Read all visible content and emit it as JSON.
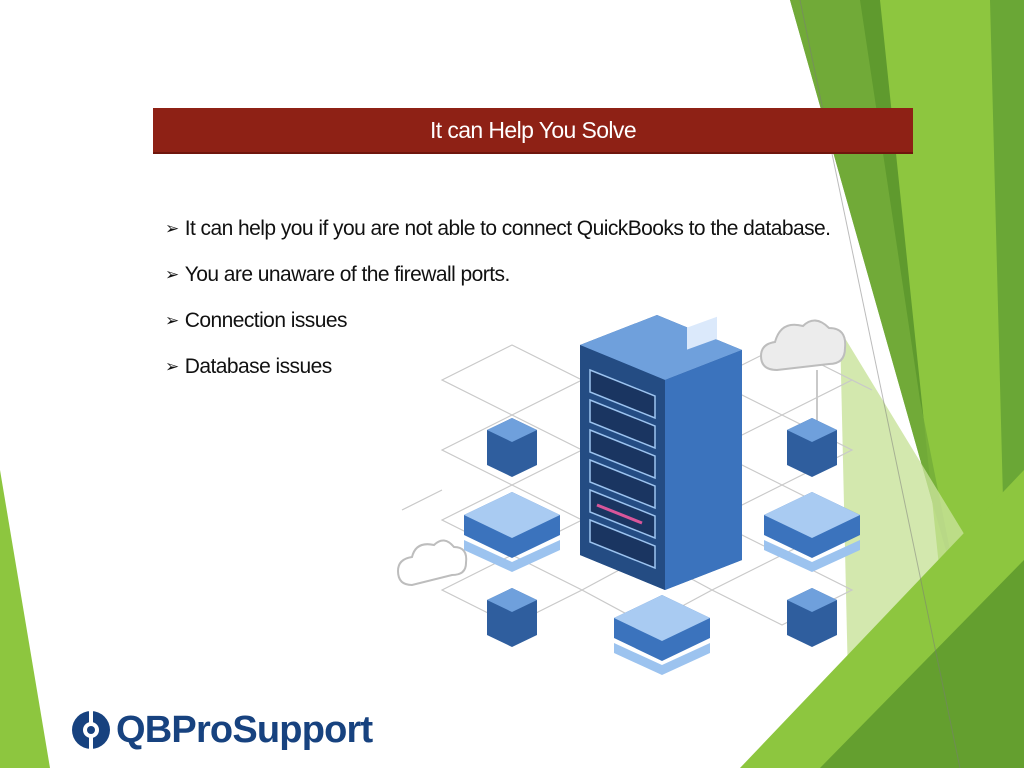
{
  "slide": {
    "title": "It can Help You Solve",
    "bullets": [
      "It can help you if you are not able to connect QuickBooks to the database.",
      "You are unaware of the firewall ports.",
      "Connection issues",
      "Database issues"
    ],
    "bullet_icon": "arrow-bullet-icon"
  },
  "logo": {
    "text": "QBProSupport",
    "icon": "qb-logo-icon"
  },
  "illustration": {
    "icon": "server-network-illustration"
  },
  "colors": {
    "title_bar": "#8e2115",
    "title_text": "#ffffff",
    "green_dark": "#5f9a2e",
    "green_light": "#8dc63f",
    "green_pale": "#c8e29a",
    "server_blue": "#3a6fb5",
    "logo_blue": "#17427f"
  }
}
